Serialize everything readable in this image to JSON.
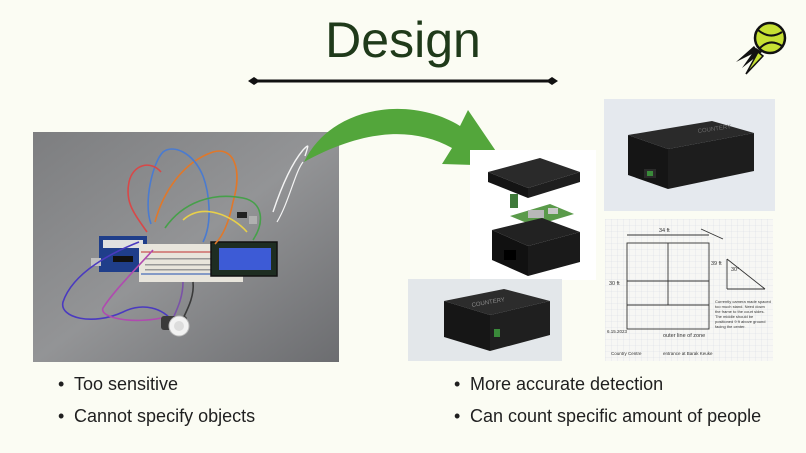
{
  "slide": {
    "title": "Design"
  },
  "left_bullets": [
    "Too sensitive",
    "Cannot specify objects"
  ],
  "right_bullets": [
    "More accurate detection",
    "Can count specific amount of people"
  ],
  "renders": {
    "box_label": "COUNTERY"
  },
  "sketch": {
    "width_label": "34 ft",
    "height_label": "39 ft",
    "left_label": "30 ft",
    "angle_label": "30°",
    "note_bottom": "outer line of zone",
    "caption_left": "Country Centre",
    "caption_right": "entrance at Barak Keuke",
    "notes": "Currently camera made spaced too much stand. Need down the frame to the court sides. The middle should be positioned 9 ft above ground facing the center.",
    "date": "6.15.2023"
  },
  "colors": {
    "background": "#fbfcf3",
    "title": "#1f3a1a",
    "arrow": "#53a63b",
    "divider": "#111111",
    "logo_ball": "#c6e033"
  },
  "icons": {
    "logo": "tennis-ball-icon",
    "arrow": "curved-arrow-icon"
  }
}
